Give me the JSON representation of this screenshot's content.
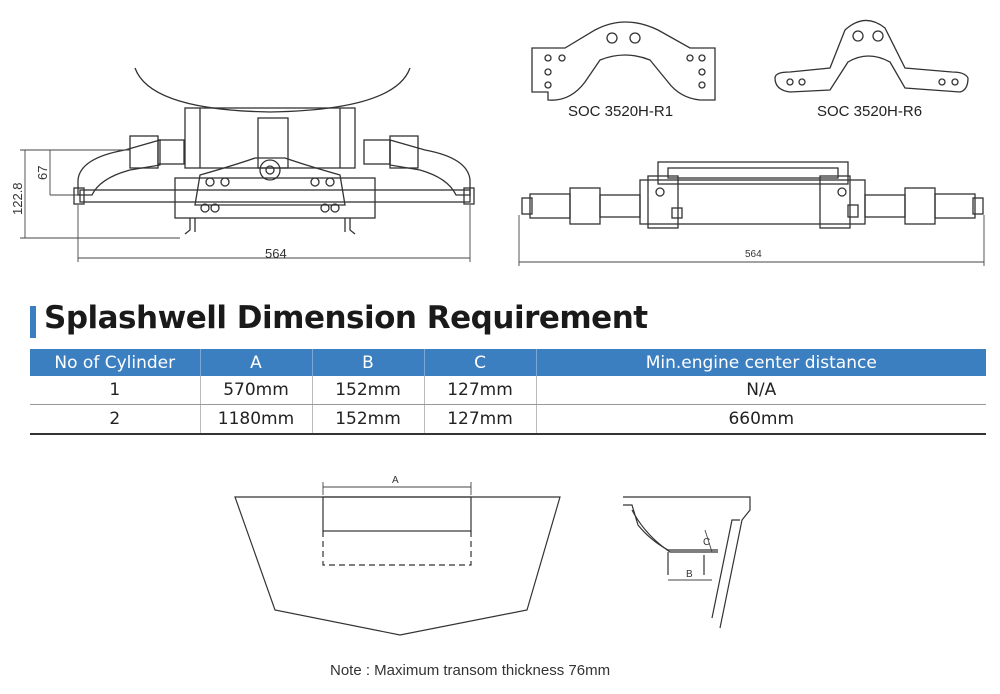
{
  "drawings": {
    "front_view": {
      "dim_width": "564",
      "dim_height": "122.8",
      "dim_small": "67"
    },
    "side_view": {
      "dim_width": "564"
    },
    "bracket_r1": {
      "label": "SOC 3520H-R1"
    },
    "bracket_r6": {
      "label": "SOC 3520H-R6"
    },
    "splashwell_top": {
      "dim_a": "A"
    },
    "splashwell_side": {
      "dim_b": "B",
      "dim_c": "C"
    }
  },
  "section": {
    "title": "Splashwell Dimension Requirement",
    "accent_color": "#3c7fc1"
  },
  "table": {
    "headers": [
      "No of Cylinder",
      "A",
      "B",
      "C",
      "Min.engine center distance"
    ],
    "rows": [
      [
        "1",
        "570mm",
        "152mm",
        "127mm",
        "N/A"
      ],
      [
        "2",
        "1180mm",
        "152mm",
        "127mm",
        "660mm"
      ]
    ]
  },
  "note": "Note : Maximum transom thickness 76mm"
}
